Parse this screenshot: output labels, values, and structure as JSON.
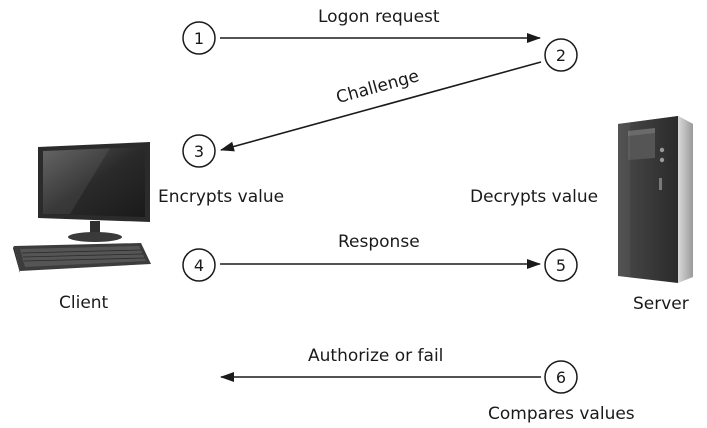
{
  "steps": [
    {
      "num": "1"
    },
    {
      "num": "2"
    },
    {
      "num": "3"
    },
    {
      "num": "4"
    },
    {
      "num": "5"
    },
    {
      "num": "6"
    }
  ],
  "messages": {
    "logon": "Logon request",
    "challenge": "Challenge",
    "response": "Response",
    "authorize": "Authorize or fail"
  },
  "notes": {
    "encrypts": "Encrypts value",
    "decrypts": "Decrypts value",
    "compares": "Compares values"
  },
  "nodes": {
    "client": "Client",
    "server": "Server"
  },
  "colors": {
    "ink": "#1a1a1a",
    "monitor_bezel": "#2b2b2b",
    "monitor_screen": "#3a3a3a",
    "keyboard": "#3c3c3c",
    "server_body": "#3a3a3a",
    "server_side": "#bdbdbd"
  }
}
